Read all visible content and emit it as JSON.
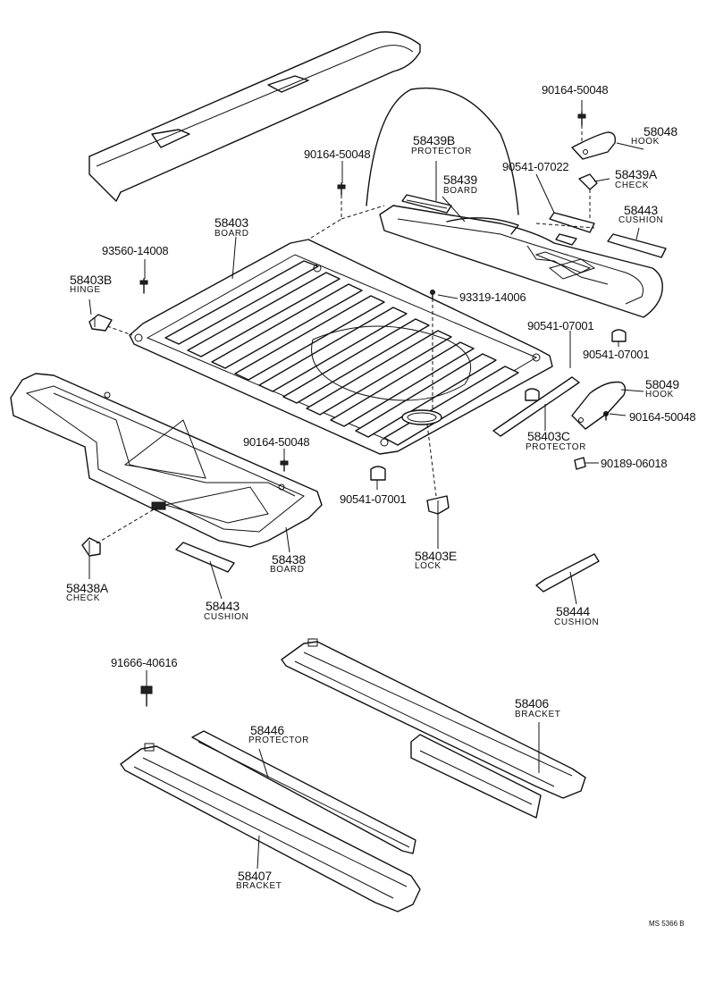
{
  "labels": {
    "l_90164_top": "90164-50048",
    "l_58048": "58048",
    "l_58048_name": "HOOK",
    "l_58439b": "58439B",
    "l_58439b_name": "PROTECTOR",
    "l_90164_a": "90164-50048",
    "l_90541_07022": "90541-07022",
    "l_58439a": "58439A",
    "l_58439a_name": "CHECK",
    "l_58439": "58439",
    "l_58439_name": "BOARD",
    "l_58443_top": "58443",
    "l_58443_top_name": "CUSHION",
    "l_58403": "58403",
    "l_58403_name": "BOARD",
    "l_93560": "93560-14008",
    "l_58403b": "58403B",
    "l_58403b_name": "HINGE",
    "l_93319": "93319-14006",
    "l_90541_07001_a": "90541-07001",
    "l_90541_07001_b": "90541-07001",
    "l_58049": "58049",
    "l_58049_name": "HOOK",
    "l_90164_b": "90164-50048",
    "l_58403c": "58403C",
    "l_58403c_name": "PROTECTOR",
    "l_90189": "90189-06018",
    "l_90164_c": "90164-50048",
    "l_90541_07001_c": "90541-07001",
    "l_58438": "58438",
    "l_58438_name": "BOARD",
    "l_58403e": "58403E",
    "l_58403e_name": "LOCK",
    "l_58438a": "58438A",
    "l_58438a_name": "CHECK",
    "l_58443_mid": "58443",
    "l_58443_mid_name": "CUSHION",
    "l_58444": "58444",
    "l_58444_name": "CUSHION",
    "l_91666": "91666-40616",
    "l_58406": "58406",
    "l_58406_name": "BRACKET",
    "l_58446": "58446",
    "l_58446_name": "PROTECTOR",
    "l_58407": "58407",
    "l_58407_name": "BRACKET",
    "l_code": "MS 5366 B"
  }
}
